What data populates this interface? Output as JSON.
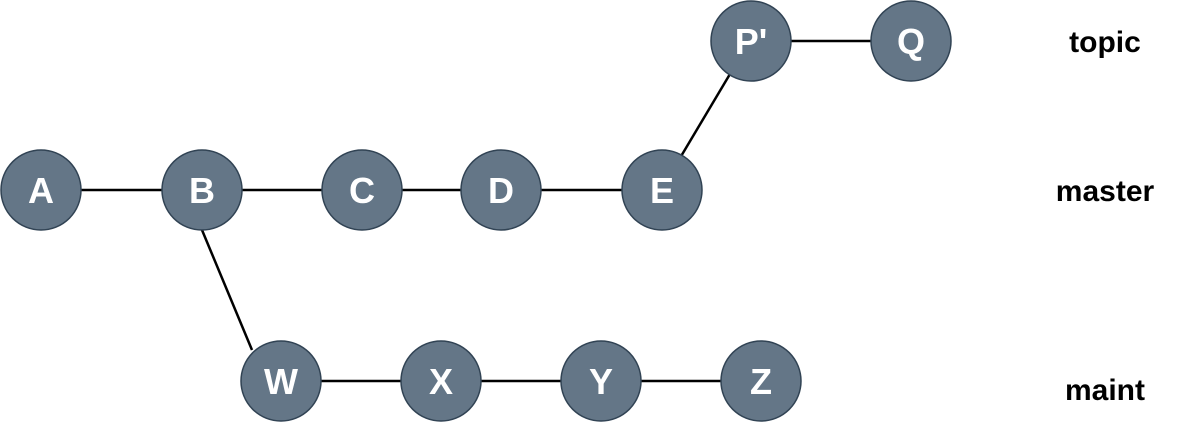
{
  "colors": {
    "node_fill": "#647687",
    "node_stroke": "#314354",
    "node_text": "#ffffff",
    "edge": "#000000",
    "branch_text": "#000000"
  },
  "nodes": {
    "A": "A",
    "B": "B",
    "C": "C",
    "D": "D",
    "E": "E",
    "P": "P'",
    "Q": "Q",
    "W": "W",
    "X": "X",
    "Y": "Y",
    "Z": "Z"
  },
  "edges": [
    [
      "A",
      "B"
    ],
    [
      "B",
      "C"
    ],
    [
      "C",
      "D"
    ],
    [
      "D",
      "E"
    ],
    [
      "E",
      "P"
    ],
    [
      "P",
      "Q"
    ],
    [
      "B",
      "W"
    ],
    [
      "W",
      "X"
    ],
    [
      "X",
      "Y"
    ],
    [
      "Y",
      "Z"
    ]
  ],
  "branches": {
    "topic": "topic",
    "master": "master",
    "maint": "maint"
  }
}
